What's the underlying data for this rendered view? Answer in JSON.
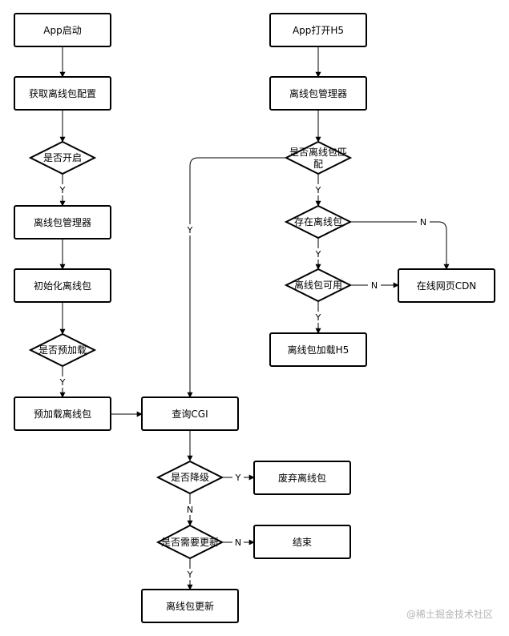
{
  "nodes": {
    "app_start": "App启动",
    "get_config": "获取离线包配置",
    "is_enabled": "是否开启",
    "manager_left": "离线包管理器",
    "init_pkg": "初始化离线包",
    "is_preload": "是否预加载",
    "preload_pkg": "预加载离线包",
    "query_cgi": "查询CGI",
    "is_downgrade": "是否降级",
    "discard_pkg": "废弃离线包",
    "need_update": "是否需要更新",
    "end": "结束",
    "update_pkg": "离线包更新",
    "app_open_h5": "App打开H5",
    "manager_right": "离线包管理器",
    "match_line1": "是否离线包匹",
    "match_line2": "配",
    "has_pkg": "存在离线包",
    "pkg_usable": "离线包可用",
    "online_cdn": "在线网页CDN",
    "load_h5": "离线包加载H5"
  },
  "edge_labels": {
    "enabled_yes": "Y",
    "preload_yes": "Y",
    "match_yes_left": "Y",
    "match_yes_down": "Y",
    "has_pkg_yes": "Y",
    "has_pkg_no": "N",
    "usable_no": "N",
    "usable_yes": "Y",
    "downgrade_yes": "Y",
    "downgrade_no": "N",
    "update_no": "N",
    "update_yes": "Y"
  },
  "watermark": "@稀土掘金技术社区"
}
